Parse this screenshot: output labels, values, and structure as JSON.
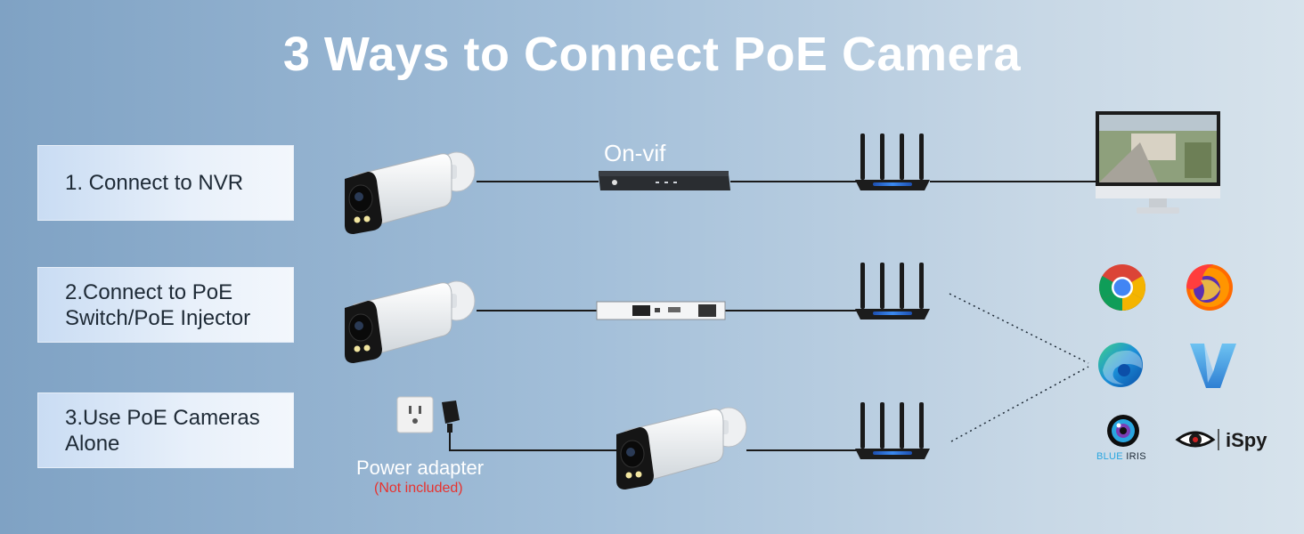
{
  "title": "3 Ways to Connect PoE Camera",
  "options": [
    {
      "label": "1. Connect to NVR"
    },
    {
      "label": "2.Connect to PoE\nSwitch/PoE Injector"
    },
    {
      "label": "3.Use PoE Cameras\nAlone"
    }
  ],
  "labels": {
    "onvif": "On-vif",
    "power_adapter": "Power adapter",
    "not_included": "(Not included)",
    "blue_iris_a": "BLUE",
    "blue_iris_b": "IRIS",
    "ispy": "iSpy"
  },
  "icons": [
    "camera-icon",
    "nvr-icon",
    "poe-switch-icon",
    "router-icon",
    "monitor-icon",
    "wall-outlet-icon",
    "power-adapter-icon",
    "chrome-icon",
    "firefox-icon",
    "edge-icon",
    "vlc-v-icon",
    "blue-iris-icon",
    "ispy-eye-icon"
  ],
  "colors": {
    "title": "#ffffff",
    "not_included": "#e8322e",
    "router_accent": "#2c6fd6"
  }
}
